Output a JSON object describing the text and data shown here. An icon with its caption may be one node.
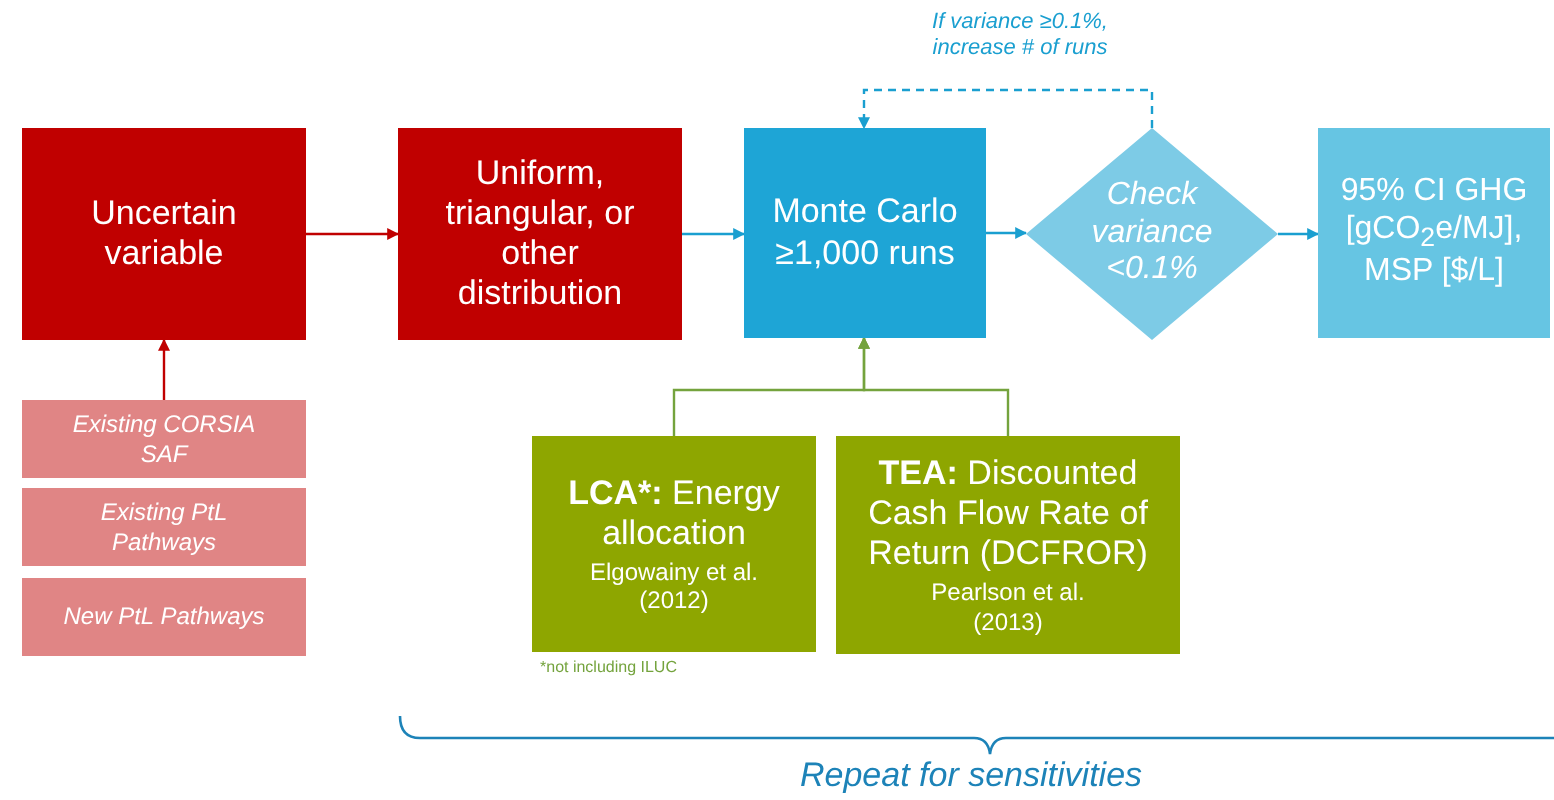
{
  "diagram": {
    "nodes": [
      {
        "text": [
          "Uncertain variable"
        ]
      },
      {
        "text": [
          "Uniform, triangular, or other distribution"
        ]
      },
      {
        "text": [
          "Monte Carlo ≥1,000 runs"
        ]
      },
      {
        "text": [
          "Check variance <0.1%"
        ]
      },
      {
        "text": [
          "95% CI GHG [gCO$_{2}$e/MJ], MSP [$/L]"
        ]
      },
      {
        "text": [
          "Existing CORSIA SAF"
        ]
      },
      {
        "text": [
          "Existing PtL Pathways"
        ]
      },
      {
        "text": [
          "New PtL Pathways"
        ]
      },
      {
        "text": [
          "**LCA*:** Energy allocation",
          "Elgowainy et al. (2012)"
        ],
        "beside": [
          "*not including ILUC"
        ]
      },
      {
        "text": [
          "**TEA:** Discounted Cash Flow Rate of Return (DCFROR)",
          "Pearlson et al. (2013)"
        ]
      }
    ],
    "edges": [
      {
        "from": 0,
        "to": 1,
        "arrow": "to",
        "color": "#c00000"
      },
      {
        "from": 1,
        "to": 2,
        "arrow": "to"
      },
      {
        "from": 2,
        "to": 3,
        "arrow": "to"
      },
      {
        "from": 3,
        "to": 4,
        "arrow": "to"
      },
      {
        "from": 3,
        "to": 2,
        "arrow": "to",
        "style": "dashed",
        "label": "If variance ≥0.1%, increase # of runs"
      },
      {
        "from": 5,
        "to": 0,
        "arrow": "to",
        "color": "#c00000"
      },
      {
        "from": 8,
        "to": 2,
        "arrow": "to",
        "color": "#74a33d"
      },
      {
        "from": 9,
        "to": 2,
        "arrow": "to",
        "color": "#74a33d"
      }
    ],
    "labels": [
      "Repeat for sensitivities"
    ]
  }
}
